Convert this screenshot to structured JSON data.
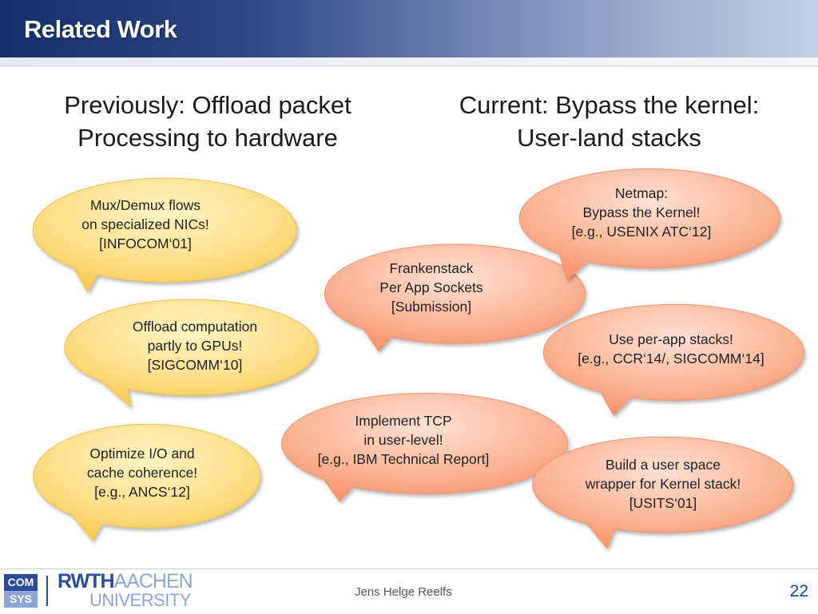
{
  "slide": {
    "title": "Related Work",
    "left_heading": [
      "Previously: Offload packet",
      "Processing to hardware"
    ],
    "right_heading": [
      "Current: Bypass the kernel:",
      "User-land stacks"
    ]
  },
  "colors": {
    "yellow_bubble": "#fcd97b",
    "orange_bubble": "#f9a988",
    "header_dark": "#16306f"
  },
  "bubbles_left": [
    {
      "lines": [
        "Mux/Demux flows",
        "on specialized NICs!",
        "[INFOCOM‘01]"
      ]
    },
    {
      "lines": [
        "Offload computation",
        "partly to GPUs!",
        "[SIGCOMM‘10]"
      ]
    },
    {
      "lines": [
        "Optimize I/O and",
        "cache coherence!",
        "[e.g., ANCS‘12]"
      ]
    }
  ],
  "bubbles_center": [
    {
      "lines": [
        "Frankenstack",
        "Per App Sockets",
        "[Submission]"
      ]
    },
    {
      "lines": [
        "Implement TCP",
        "in user-level!",
        "[e.g., IBM Technical Report]"
      ]
    }
  ],
  "bubbles_right": [
    {
      "lines": [
        "Netmap:",
        "Bypass the Kernel!",
        "[e.g., USENIX ATC‘12]"
      ]
    },
    {
      "lines": [
        "Use per-app stacks!",
        "[e.g., CCR‘14/, SIGCOMM‘14]"
      ]
    },
    {
      "lines": [
        "Build a user space",
        "wrapper for Kernel stack!",
        "[USITS‘01]"
      ]
    }
  ],
  "footer": {
    "logo_comsys": [
      "COM",
      "SYS"
    ],
    "logo_rwth": [
      "RWTH",
      "AACHEN",
      "UNIVERSITY"
    ],
    "author": "Jens Helge Reelfs",
    "page_number": "22"
  }
}
